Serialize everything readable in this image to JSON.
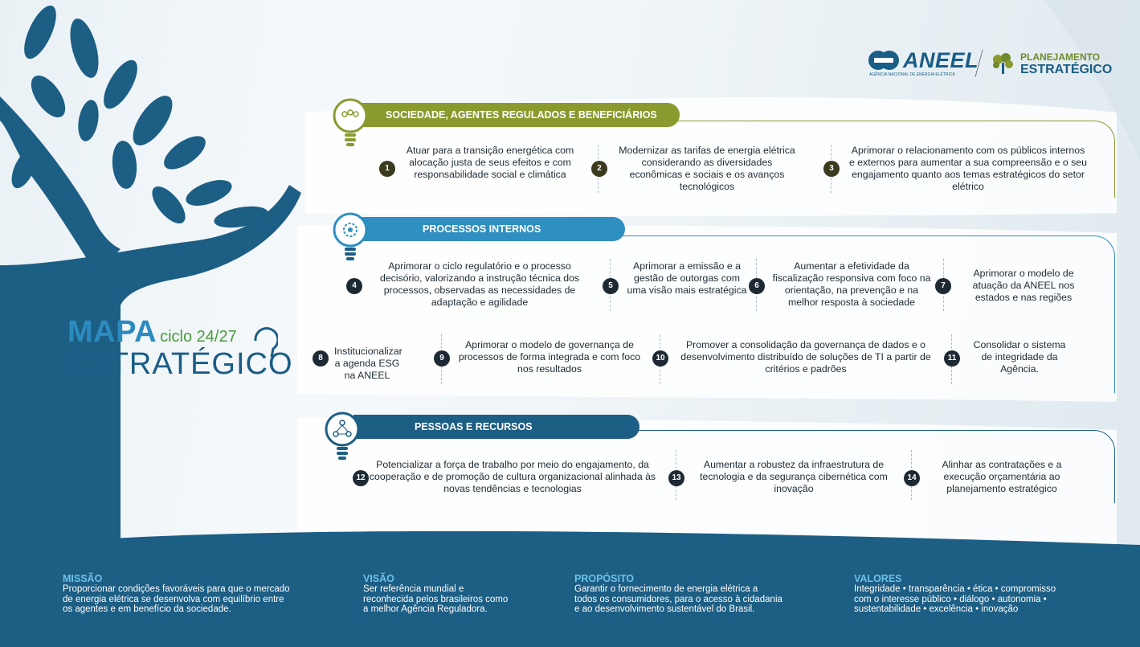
{
  "header": {
    "org_name": "ANEEL",
    "org_subtitle": "AGÊNCIA NACIONAL DE ENERGIA ELÉTRICA",
    "plan_line1": "PLANEJAMENTO",
    "plan_line2": "ESTRATÉGICO"
  },
  "title": {
    "line1": "MAPA",
    "cycle": "ciclo 24/27",
    "line2": "ESTRATÉGICO"
  },
  "colors": {
    "navy": "#1d5e84",
    "olive": "#8a9a2e",
    "teal": "#2f8fc0",
    "dark_olive": "#3b3a1e",
    "light_blue": "#6cc1e8"
  },
  "perspectives": [
    {
      "label": "SOCIEDADE, AGENTES REGULADOS E BENEFICIÁRIOS",
      "icon": "people-group-icon",
      "objectives": [
        {
          "num": "1",
          "text": "Atuar para a transição energética com alocação justa de seus efeitos e com responsabilidade social e climática"
        },
        {
          "num": "2",
          "text": "Modernizar as tarifas de energia elétrica considerando as diversidades econômicas e sociais e os avanços tecnológicos"
        },
        {
          "num": "3",
          "text": "Aprimorar o relacionamento com os públicos internos e externos para aumentar a sua compreensão e o seu engajamento quanto aos temas estratégicos do setor elétrico"
        }
      ]
    },
    {
      "label": "PROCESSOS INTERNOS",
      "icon": "gear-icon",
      "objectives": [
        {
          "num": "4",
          "text": "Aprimorar o ciclo regulatório e o processo decisório, valorizando a instrução técnica dos processos, observadas as necessidades de adaptação e agilidade"
        },
        {
          "num": "5",
          "text": "Aprimorar a emissão e a gestão de outorgas com uma visão mais estratégica"
        },
        {
          "num": "6",
          "text": "Aumentar a efetividade da fiscalização responsiva com foco na orientação, na prevenção e na melhor resposta à sociedade"
        },
        {
          "num": "7",
          "text": "Aprimorar o modelo de atuação da ANEEL nos estados e nas regiões"
        },
        {
          "num": "8",
          "text": "Institucionalizar a agenda ESG na ANEEL"
        },
        {
          "num": "9",
          "text": "Aprimorar o modelo de governança de processos de forma integrada e com foco nos resultados"
        },
        {
          "num": "10",
          "text": "Promover a consolidação da governança de dados e o desenvolvimento distribuído de soluções de TI a partir de critérios e padrões"
        },
        {
          "num": "11",
          "text": "Consolidar o sistema de integridade da Agência."
        }
      ]
    },
    {
      "label": "PESSOAS E RECURSOS",
      "icon": "team-network-icon",
      "objectives": [
        {
          "num": "12",
          "text": "Potencializar a força de trabalho por meio do engajamento, da cooperação e de promoção de cultura organizacional alinhada às novas tendências e tecnologias"
        },
        {
          "num": "13",
          "text": "Aumentar a robustez da infraestrutura de tecnologia e da segurança cibernética com inovação"
        },
        {
          "num": "14",
          "text": "Alinhar as contratações e a execução orçamentária ao planejamento estratégico"
        }
      ]
    }
  ],
  "footer": [
    {
      "title": "MISSÃO",
      "lines": [
        "Proporcionar condições favoráveis para que o mercado",
        "de energia elétrica se desenvolva com equilíbrio entre",
        "os agentes e em benefício da sociedade."
      ]
    },
    {
      "title": "VISÃO",
      "lines": [
        "Ser referência mundial e",
        "reconhecida pelos brasileiros como",
        "a melhor Agência Reguladora."
      ]
    },
    {
      "title": "PROPÓSITO",
      "lines": [
        "Garantir o fornecimento de energia elétrica a",
        "todos os consumidores, para o acesso à cidadania",
        "e ao desenvolvimento sustentável do Brasil."
      ]
    },
    {
      "title": "VALORES",
      "lines": [
        "Integridade • transparência • ética • compromisso",
        "com o interesse público • diálogo • autonomia •",
        "sustentabilidade • excelência • inovação"
      ]
    }
  ]
}
